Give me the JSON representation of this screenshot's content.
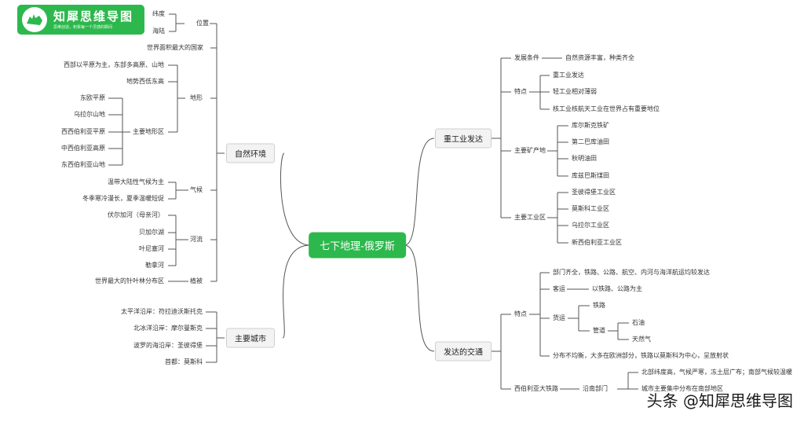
{
  "root": "七下地理-俄罗斯",
  "logo": {
    "name": "知犀思维导图",
    "slogan": "思维创造，积累每一个灵感的瞬间",
    "icon": "rhino-logo-icon"
  },
  "watermark": "头条 @知犀思维导图",
  "natural": {
    "label": "自然环境",
    "position": {
      "label": "位置",
      "items": [
        "纬度",
        "海陆"
      ]
    },
    "largest": "世界面积最大的国家",
    "terrain": {
      "label": "地形",
      "items": [
        "西部以平原为主，东部多高原、山地",
        "地势西低东高"
      ],
      "major": {
        "label": "主要地形区",
        "items": [
          "东欧平原",
          "乌拉尔山地",
          "西西伯利亚平原",
          "中西伯利亚高原",
          "东西伯利亚山地"
        ]
      }
    },
    "climate": {
      "label": "气候",
      "items": [
        "温带大陆性气候为主",
        "冬季寒冷漫长，夏季温暖短促"
      ]
    },
    "rivers": {
      "label": "河流",
      "items": [
        "伏尔加河（母亲河）",
        "贝加尔湖",
        "叶尼塞河",
        "勒拿河"
      ]
    },
    "vegetation": {
      "label": "植被",
      "items": [
        "世界最大的针叶林分布区"
      ]
    }
  },
  "cities": {
    "label": "主要城市",
    "items": [
      "太平洋沿岸：符拉迪沃斯托克",
      "北冰洋沿岸：摩尔曼斯克",
      "波罗的海沿岸：圣彼得堡",
      "首都：莫斯科"
    ]
  },
  "industry": {
    "label": "重工业发达",
    "conditions": {
      "label": "发展条件",
      "items": [
        "自然资源丰富，种类齐全"
      ]
    },
    "features": {
      "label": "特点",
      "items": [
        "重工业发达",
        "轻工业相对薄弱",
        "核工业核航天工业在世界占有重要地位"
      ]
    },
    "mines": {
      "label": "主要矿产地",
      "items": [
        "库尔斯克铁矿",
        "第二巴库油田",
        "秋明油田",
        "库兹巴斯煤田"
      ]
    },
    "zones": {
      "label": "主要工业区",
      "items": [
        "圣彼得堡工业区",
        "莫斯科工业区",
        "乌拉尔工业区",
        "新西伯利亚工业区"
      ]
    }
  },
  "transport": {
    "label": "发达的交通",
    "features": {
      "label": "特点",
      "full": "部门齐全，铁路、公路、航空、内河与海洋航运均较发达",
      "passenger": {
        "label": "客运",
        "items": [
          "以铁路、公路为主"
        ]
      },
      "freight": {
        "label": "货运",
        "rail": "铁路",
        "pipeline": {
          "label": "管道",
          "items": [
            "石油",
            "天然气"
          ]
        }
      },
      "uneven": "分布不均衡，大多在欧洲部分，铁路以莫斯科为中心，呈放射状"
    },
    "siberia": {
      "label": "西伯利亚大铁路",
      "south": {
        "label": "沿南部门",
        "items": [
          "北部纬度高，气候严寒，冻土层广布；南部气候较温暖",
          "城市主要集中分布在南部地区"
        ]
      }
    }
  }
}
